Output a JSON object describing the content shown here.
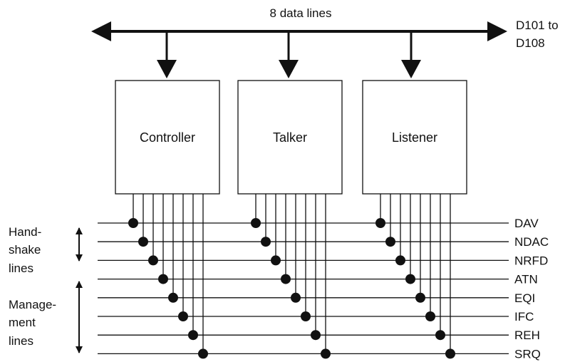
{
  "bus": {
    "label": "8 data lines",
    "end_label_line1": "D101 to",
    "end_label_line2": "D108"
  },
  "devices": [
    {
      "id": "controller",
      "label": "Controller"
    },
    {
      "id": "talker",
      "label": "Talker"
    },
    {
      "id": "listener",
      "label": "Listener"
    }
  ],
  "signal_lines": [
    "DAV",
    "NDAC",
    "NRFD",
    "ATN",
    "EQI",
    "IFC",
    "REH",
    "SRQ"
  ],
  "groups": {
    "handshake": {
      "line1": "Hand-",
      "line2": "shake",
      "line3": "lines"
    },
    "management": {
      "line1": "Manage-",
      "line2": "ment",
      "line3": "lines"
    }
  },
  "colors": {
    "stroke": "#111111",
    "background": "#ffffff"
  }
}
